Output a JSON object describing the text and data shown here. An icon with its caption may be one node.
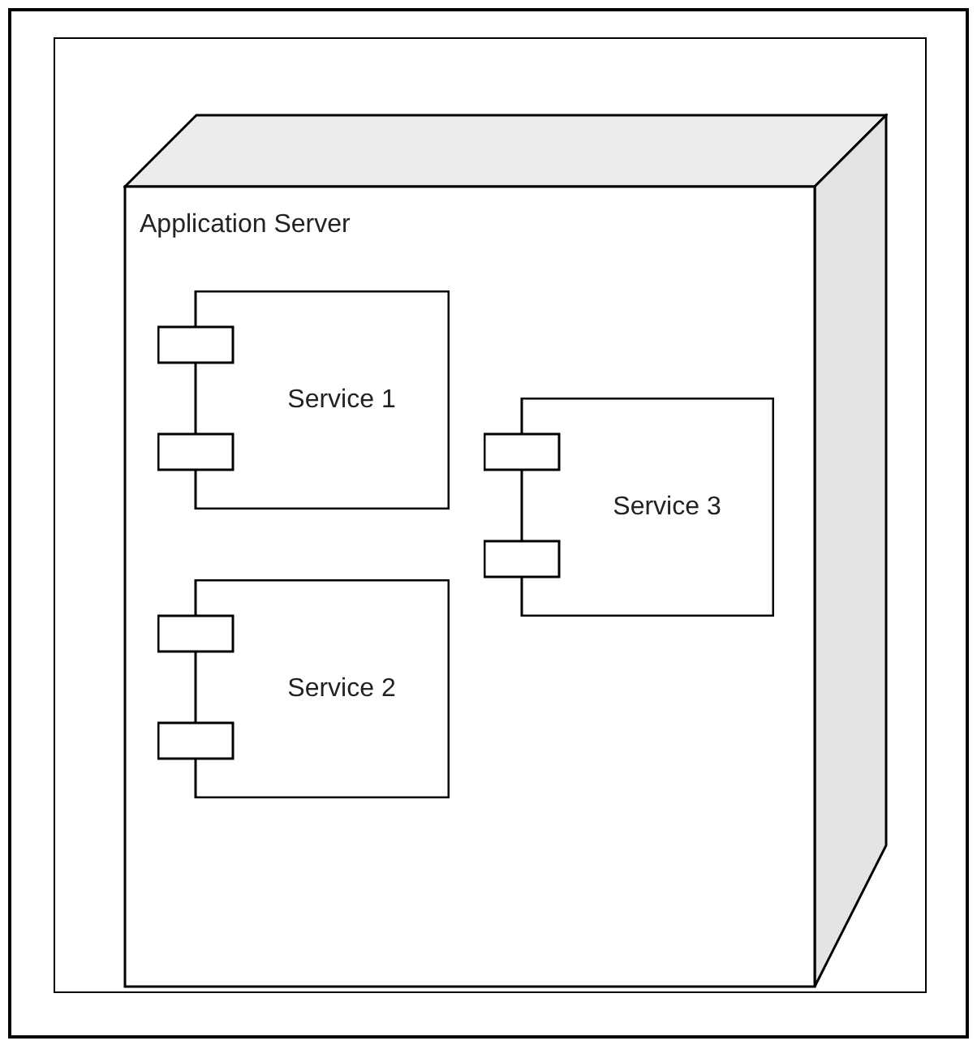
{
  "diagram": {
    "nodes": [
      {
        "text": [
          "Application Server"
        ]
      },
      {
        "text": [
          "Service 1"
        ],
        "in": 0
      },
      {
        "text": [
          "Service 3"
        ],
        "in": 0
      },
      {
        "text": [
          "Service 2"
        ],
        "in": 0
      }
    ]
  }
}
